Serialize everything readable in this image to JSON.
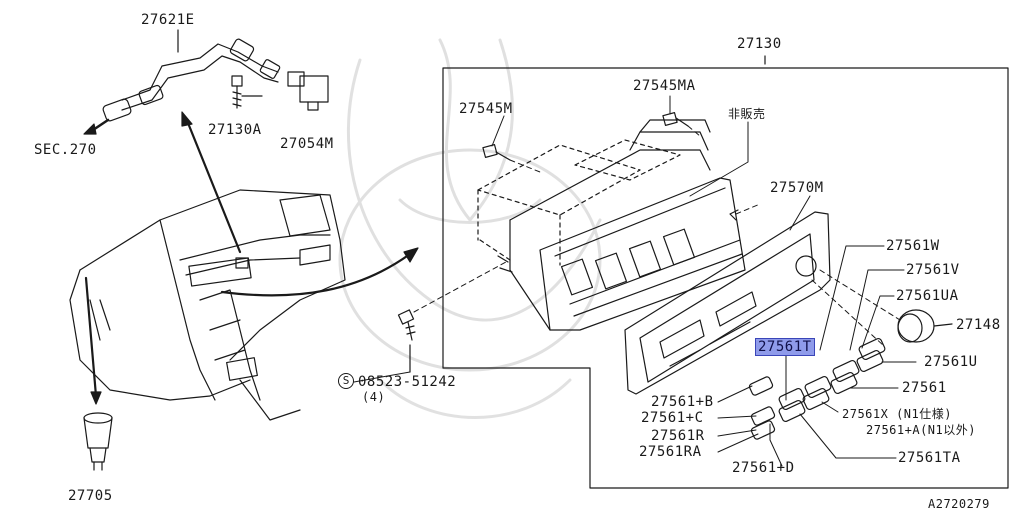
{
  "diagram": {
    "callouts": {
      "p27621E": "27621E",
      "p27130A": "27130A",
      "p27054M": "27054M",
      "sec270": "SEC.270",
      "p27130": "27130",
      "p27545MA": "27545MA",
      "p27545M": "27545M",
      "not_for_sale": "非販売",
      "p27570M": "27570M",
      "p27561W": "27561W",
      "p27561V": "27561V",
      "p27561UA": "27561UA",
      "p27148": "27148",
      "p27561T": "27561T",
      "p27561U": "27561U",
      "p27561": "27561",
      "p27561B": "27561+B",
      "p27561C": "27561+C",
      "p27561R": "27561R",
      "p27561RA": "27561RA",
      "p27561X": "27561X (N1仕様)",
      "p27561A": "27561+A(N1以外)",
      "p27561D": "27561+D",
      "p27561TA": "27561TA",
      "screw": "08523-51242",
      "screw_qty": "(4)",
      "screw_symbol": "S",
      "p27705": "27705",
      "diagram_id": "A2720279"
    },
    "highlight_color": "#8f9bea"
  }
}
